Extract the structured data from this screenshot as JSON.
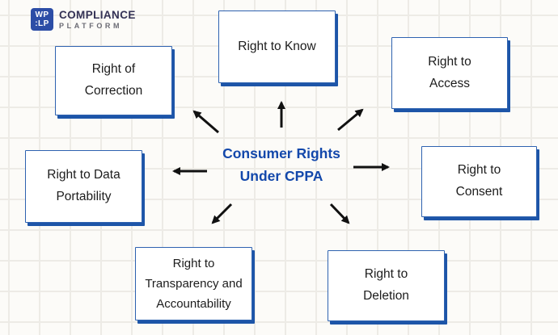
{
  "logo": {
    "icon_line1": "WP",
    "icon_line2": ":LP",
    "title": "COMPLIANCE",
    "subtitle": "PLATFORM",
    "icon_bg_color": "#2c4da6",
    "title_color": "#333155",
    "subtitle_color": "#6b6b74"
  },
  "diagram": {
    "center": {
      "lines": [
        "Consumer Rights",
        "Under CPPA"
      ],
      "text_color": "#1348ab"
    },
    "nodes": [
      {
        "id": "right-to-know",
        "label": "Right to Know",
        "lines": [
          "Right to Know"
        ]
      },
      {
        "id": "right-to-access",
        "label": "Right to Access",
        "lines": [
          "Right to",
          "Access"
        ]
      },
      {
        "id": "right-of-correction",
        "label": "Right of Correction",
        "lines": [
          "Right of",
          "Correction"
        ]
      },
      {
        "id": "right-to-data-portability",
        "label": "Right to Data Portability",
        "lines": [
          "Right to Data",
          "Portability"
        ]
      },
      {
        "id": "right-to-consent",
        "label": "Right to Consent",
        "lines": [
          "Right to",
          "Consent"
        ]
      },
      {
        "id": "right-to-transparency-and-accountability",
        "label": "Right to Transparency and Accountability",
        "lines": [
          "Right to",
          "Transparency and",
          "Accountability"
        ]
      },
      {
        "id": "right-to-deletion",
        "label": "Right to Deletion",
        "lines": [
          "Right to",
          "Deletion"
        ]
      }
    ],
    "colors": {
      "node_border": "#2e62b0",
      "node_shadow": "#1d55a8",
      "node_background": "#ffffff",
      "arrow": "#111111",
      "page_background": "#fcfbf8",
      "grid_line": "#edebe6"
    }
  }
}
